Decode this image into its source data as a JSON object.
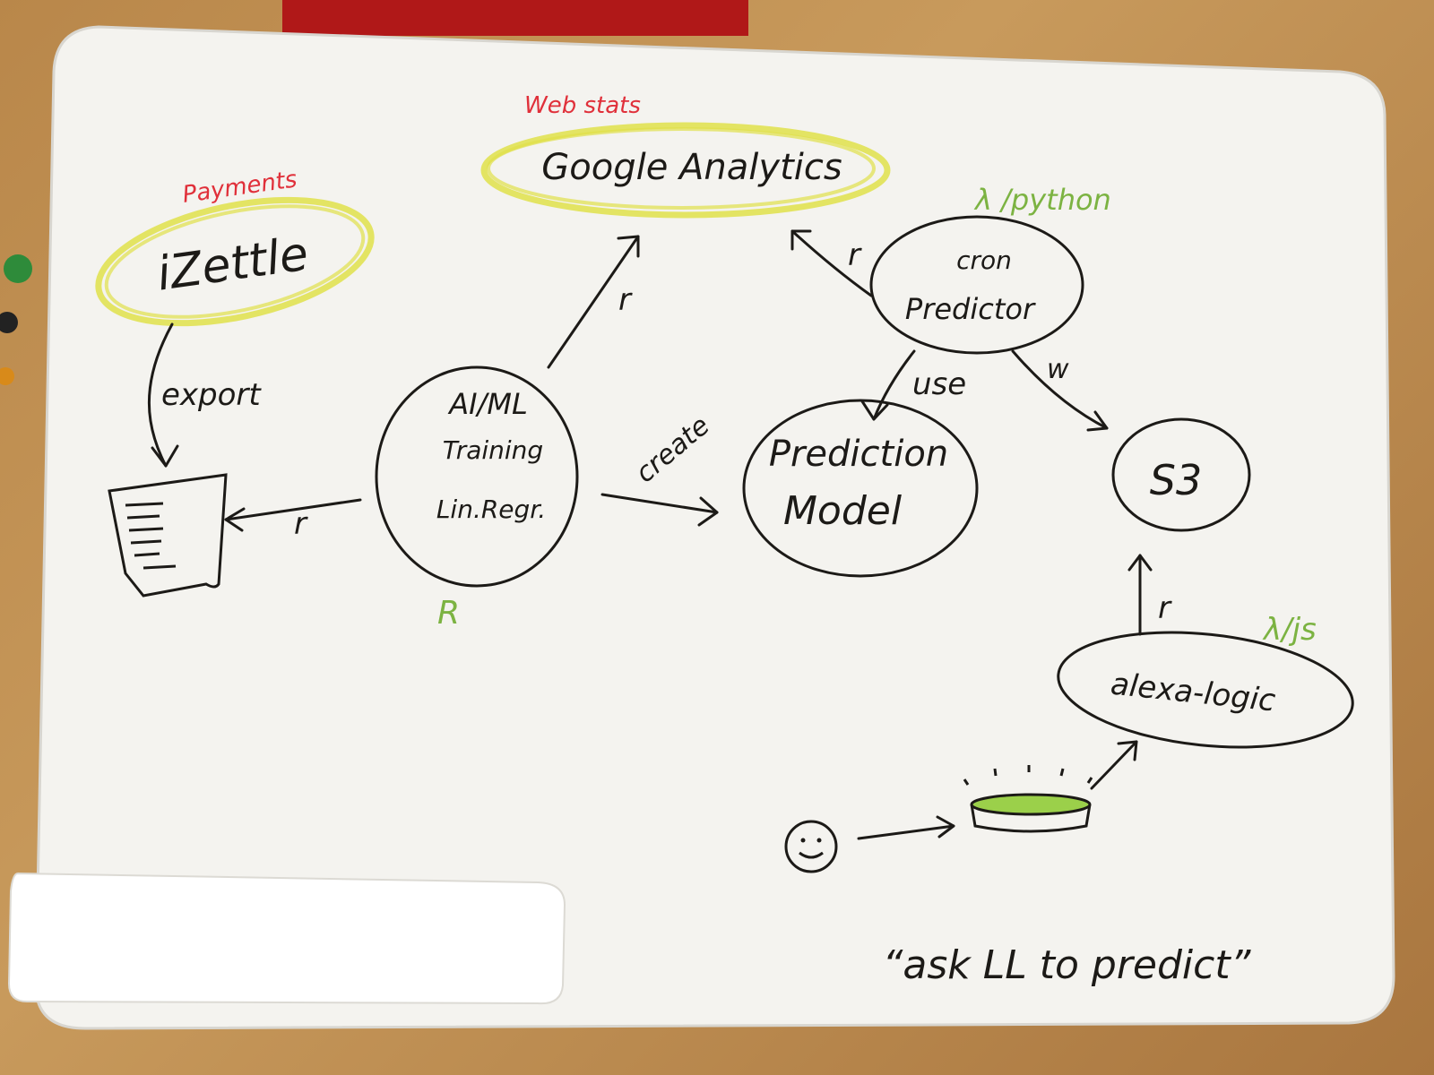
{
  "annotations": {
    "web": "Web stats",
    "payments": "Payments",
    "lambda_python": "λ /python",
    "r_lang": "R",
    "lambda_js": "λ/js"
  },
  "nodes": {
    "google_analytics": "Google Analytics",
    "izettle": "iZettle",
    "ai_line1": "AI/ML",
    "ai_line2": "Training",
    "ai_line3": "Lin.Regr.",
    "cron_line1": "cron",
    "cron_line2": "Predictor",
    "prediction_line1": "Prediction",
    "prediction_line2": "Model",
    "s3": "S3",
    "alexa_logic": "alexa-logic"
  },
  "edges": {
    "export": "export",
    "r_doc": "r",
    "r_ga": "r",
    "r_cron_ga": "r",
    "create": "create",
    "use": "use",
    "w": "w",
    "r_s3": "r"
  },
  "quote": "“ask LL to predict”",
  "colors": {
    "ink": "#1c1a17",
    "red_marker": "#e0303a",
    "green_marker": "#7cb342",
    "yellow_highlight": "#dfe04a"
  }
}
